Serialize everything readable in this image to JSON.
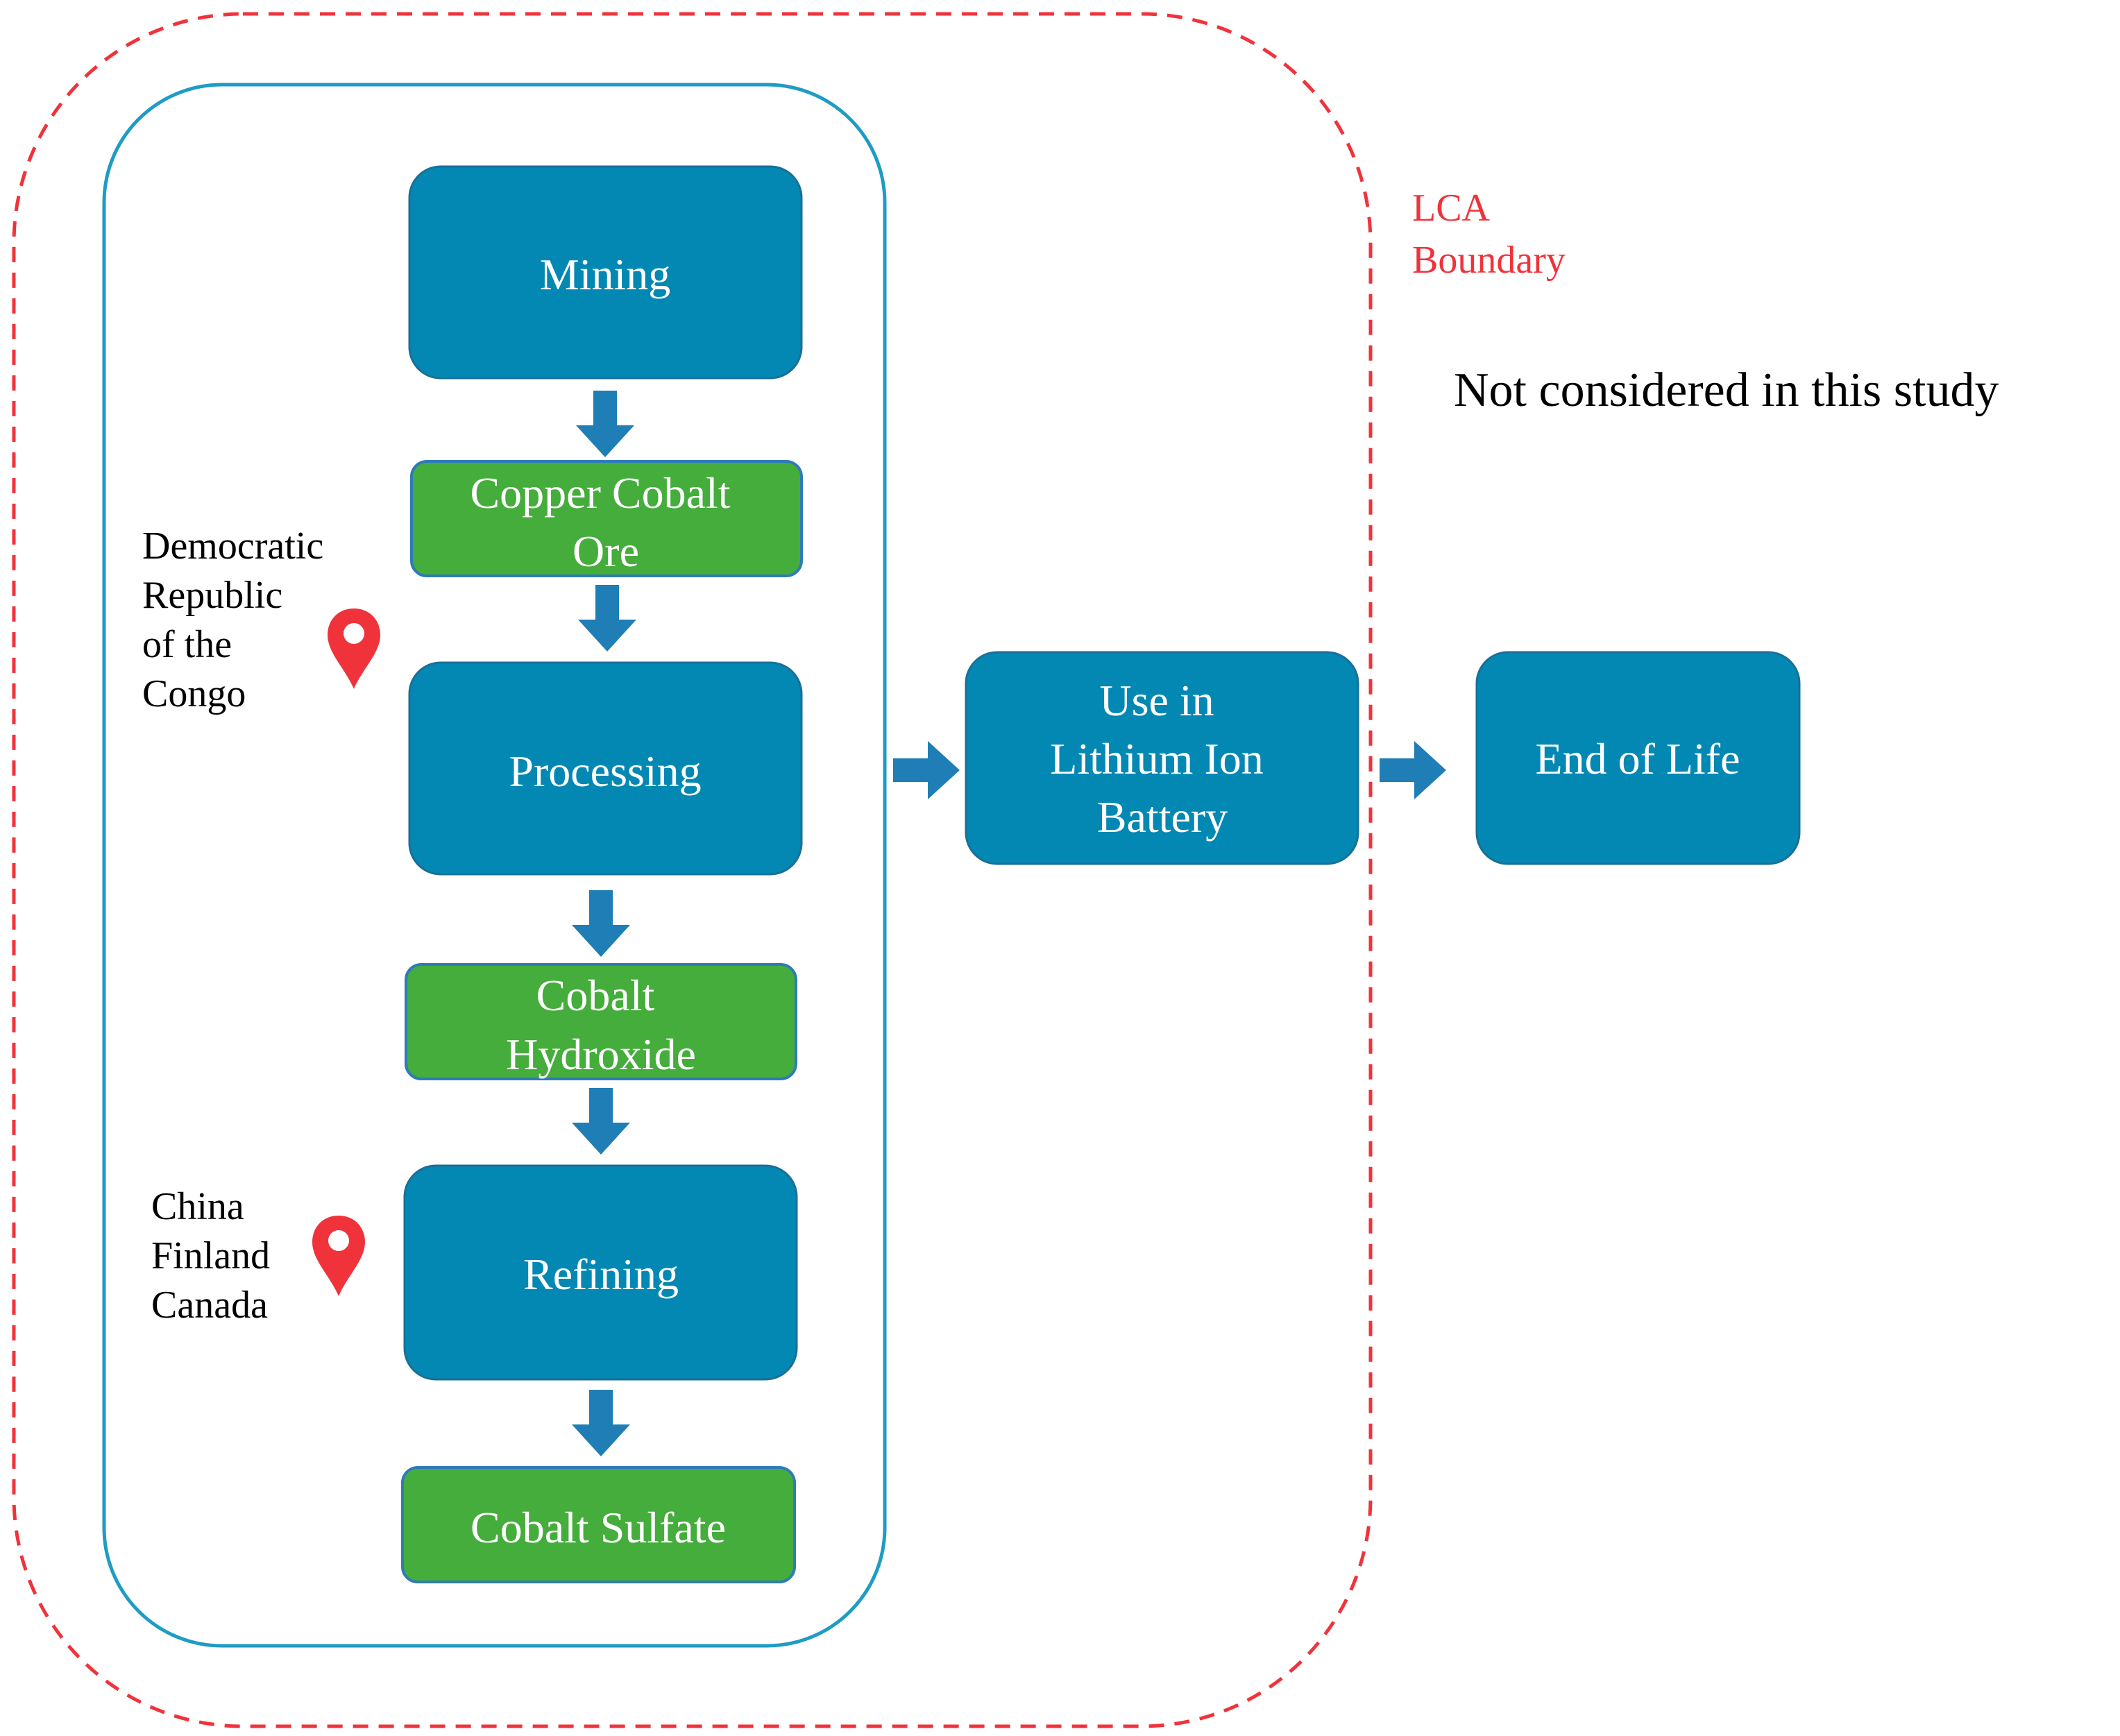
{
  "colors": {
    "process_box": "#0288B3",
    "process_border": "#1A6F98",
    "material_box": "#45AD3B",
    "material_border": "#2E7BB8",
    "arrow": "#1F7EB5",
    "study_boundary": "#1E9CC4",
    "lca_boundary": "#F0333B",
    "pin": "#F0333B",
    "lca_label": "#F0333B"
  },
  "icons": {
    "location_pin": "map-pin-icon",
    "flow_arrow": "arrow-icon"
  },
  "lca": {
    "line1": "LCA",
    "line2": "Boundary"
  },
  "note": "Not considered in this study",
  "nodes": {
    "mining": "Mining",
    "copper_cobalt_ore": {
      "line1": "Copper Cobalt",
      "line2": "Ore"
    },
    "processing": "Processing",
    "cobalt_hydroxide": {
      "line1": "Cobalt",
      "line2": "Hydroxide"
    },
    "refining": "Refining",
    "cobalt_sulfate": "Cobalt Sulfate",
    "use_in_battery": {
      "line1": "Use in",
      "line2": "Lithium Ion",
      "line3": "Battery"
    },
    "end_of_life": "End of Life"
  },
  "locations": {
    "drc": {
      "line1": "Democratic",
      "line2": "Republic",
      "line3": "of the",
      "line4": "Congo"
    },
    "refiners": {
      "line1": "China",
      "line2": "Finland",
      "line3": "Canada"
    }
  }
}
